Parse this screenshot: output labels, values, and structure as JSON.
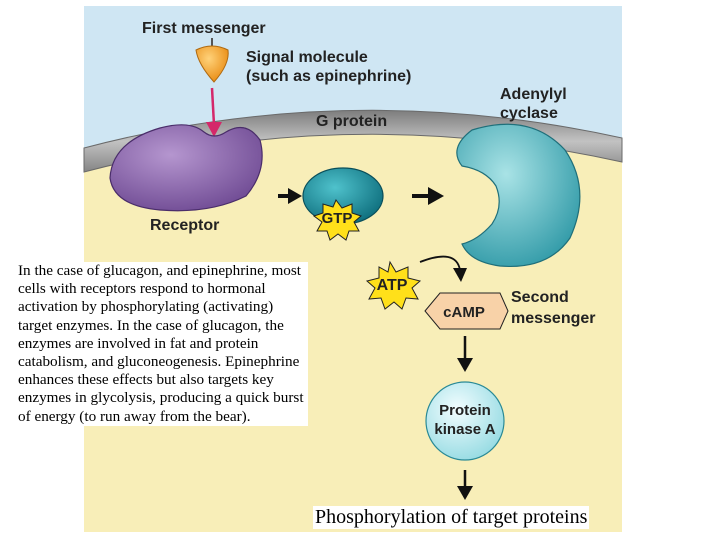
{
  "labels": {
    "first_messenger": "First messenger",
    "signal_molecule_line1": "Signal molecule",
    "signal_molecule_line2": "(such as epinephrine)",
    "g_protein": "G protein",
    "adenylyl_line1": "Adenylyl",
    "adenylyl_line2": "cyclase",
    "receptor": "Receptor",
    "gtp": "GTP",
    "atp": "ATP",
    "camp": "cAMP",
    "second_messenger_line1": "Second",
    "second_messenger_line2": "messenger",
    "protein_kinase_line1": "Protein",
    "protein_kinase_line2": "kinase A"
  },
  "caption": "In the case of glucagon, and epinephrine, most cells with receptors respond to hormonal activation by phosphorylating (activating) target enzymes.  In the case of glucagon, the enzymes are involved in fat and protein catabolism, and gluconeogenesis.   Epinephrine enhances these effects but also targets key enzymes in glycolysis, producing a quick burst of energy (to run away from the bear).",
  "footer": "Phosphorylation of target proteins",
  "colors": {
    "extracellular": "#cfe6f3",
    "membrane": "#9a9a9a",
    "cytoplasm": "#f8eeb8",
    "receptor": "#8a64a8",
    "signal": "#f2a22a",
    "g_protein": "#1a8a9a",
    "adenylyl": "#56b8c0",
    "star": "#ffe01a",
    "camp_box": "#f8d2a8",
    "kinase": "#c9eef2",
    "arrow_pink": "#d4286a"
  }
}
